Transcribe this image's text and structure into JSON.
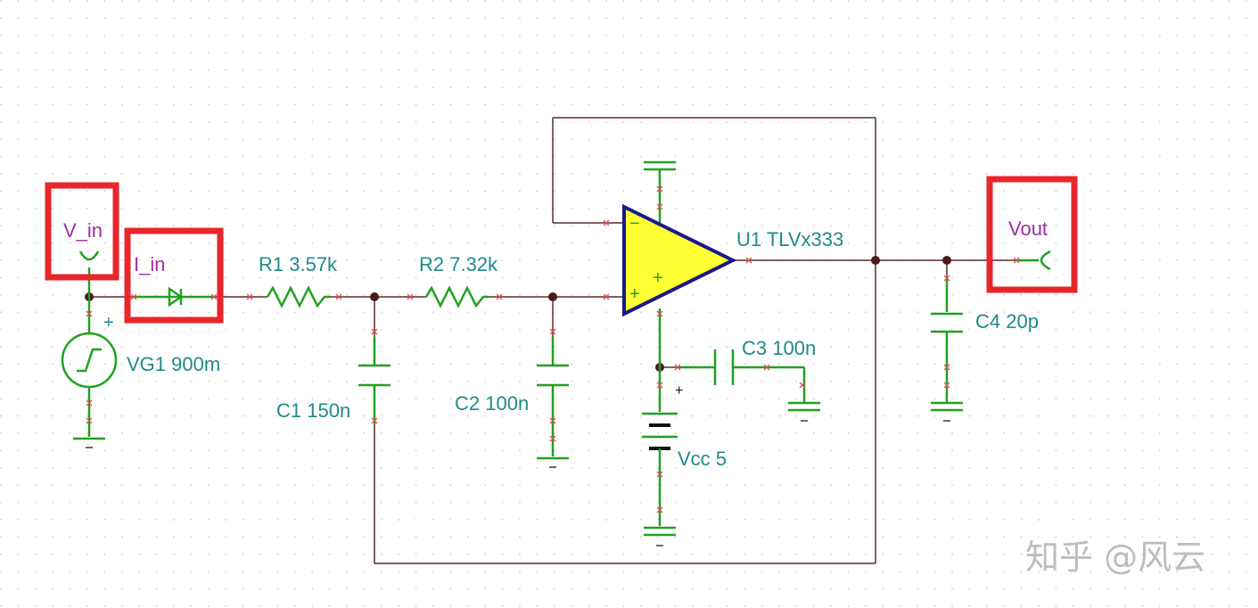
{
  "schematic": {
    "pins": {
      "vin": "V_in",
      "iin": "I_in",
      "vout": "Vout"
    },
    "components": {
      "vg1": "VG1 900m",
      "r1": "R1 3.57k",
      "r2": "R2 7.32k",
      "c1": "C1 150n",
      "c2": "C2 100n",
      "c3": "C3 100n",
      "c4": "C4 20p",
      "u1": "U1 TLVx333",
      "vcc": "Vcc 5"
    },
    "symbols": {
      "plus": "+",
      "minus": "−"
    }
  },
  "watermark": "知乎 @风云",
  "colors": {
    "highlight": "#e8262b",
    "opamp_fill": "#ffff33",
    "opamp_stroke": "#1a1a8c",
    "component": "#22a022",
    "label": "#1f8a8a",
    "pin_label": "#9a2fa0"
  }
}
